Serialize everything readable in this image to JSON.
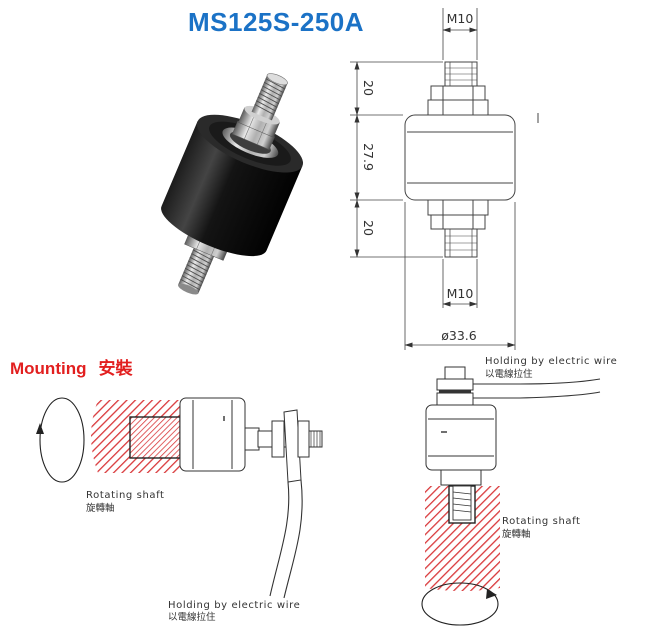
{
  "product": {
    "model": "MS125S-250A"
  },
  "colors": {
    "title": "#1b72c6",
    "heading": "#e21f1f",
    "hatch": "#d9383a",
    "housing": "#111111"
  },
  "dimensions": {
    "top_thread": "M10",
    "top_length": "20",
    "body_length": "27.9",
    "bottom_length": "20",
    "bottom_thread": "M10",
    "diameter": "ø33.6"
  },
  "mounting": {
    "heading_en": "Mounting",
    "heading_zh": "安裝",
    "side_view": {
      "shaft_label_en": "Rotating shaft",
      "shaft_label_zh": "旋轉軸",
      "wire_label_en": "Holding by electric wire",
      "wire_label_zh": "以電線拉住"
    },
    "vertical_view": {
      "wire_label_en": "Holding by electric wire",
      "wire_label_zh": "以電線拉住",
      "shaft_label_en": "Rotating shaft",
      "shaft_label_zh": "旋轉軸"
    }
  },
  "icons": {
    "rotation_indicator": "rotation-arrow-icon"
  }
}
